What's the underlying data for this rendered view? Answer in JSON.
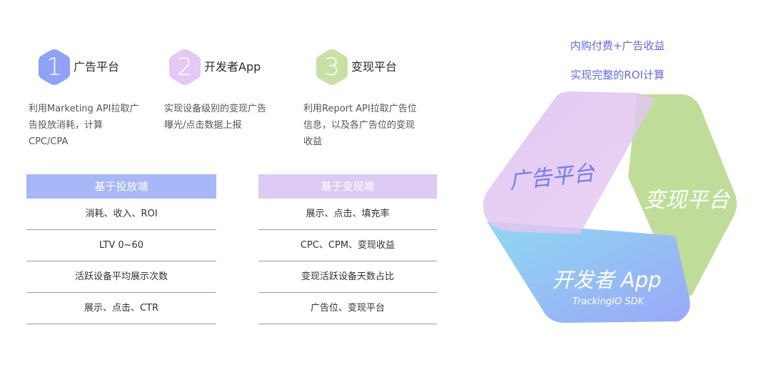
{
  "steps": [
    {
      "num": "1",
      "title": "广告平台",
      "color": "#8ea2f8",
      "desc": [
        "利用Marketing API拉取广",
        "告投放消耗，计算",
        "CPC/CPA"
      ]
    },
    {
      "num": "2",
      "title": "开发者App",
      "color": "#e3c9f4",
      "desc": [
        "实现设备级别的变现广告",
        "曝光/点击数据上报"
      ]
    },
    {
      "num": "3",
      "title": "变现平台",
      "color": "#c8e0a4",
      "desc": [
        "利用Report API拉取广告位",
        "信息，以及各广告位的变现",
        "收益"
      ]
    }
  ],
  "tables": [
    {
      "header": "基于投放端",
      "header_color": "#a7b7f8",
      "rows": [
        "消耗、收入、ROI",
        "LTV 0~60",
        "活跃设备平均展示次数",
        "展示、点击、CTR"
      ]
    },
    {
      "header": "基于变现端",
      "header_color": "#dccaf2",
      "rows": [
        "展示、点击、填充率",
        "CPC、CPM、变现收益",
        "变现活跃设备天数占比",
        "广告位、变现平台"
      ]
    }
  ],
  "captions": [
    "内购付费+广告收益",
    "实现完整的ROI计算"
  ],
  "diagram": {
    "band_ad_platform": "广告平台",
    "band_monetization": "变现平台",
    "band_developer": "开发者 App",
    "band_developer_sub": "TrackingIO SDK",
    "colors": {
      "purple": "#e2c6f1",
      "green": "#bfdd98",
      "blue_start": "#8fd8f0",
      "blue_end": "#9aa8f8"
    }
  }
}
